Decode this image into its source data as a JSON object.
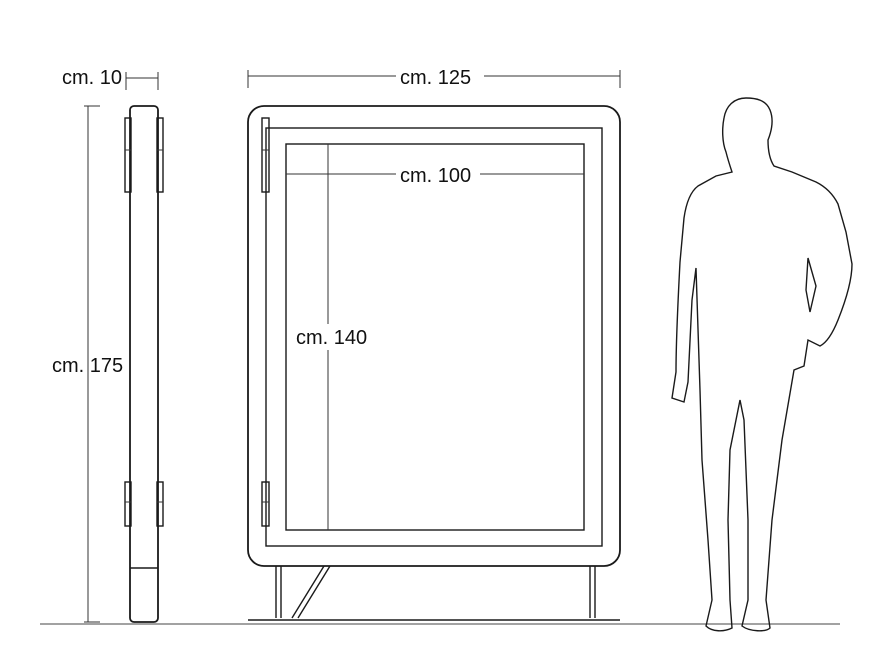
{
  "dimensions": {
    "depth": "cm. 10",
    "width": "cm. 125",
    "inner_width": "cm. 100",
    "inner_height": "cm. 140",
    "height": "cm. 175"
  }
}
